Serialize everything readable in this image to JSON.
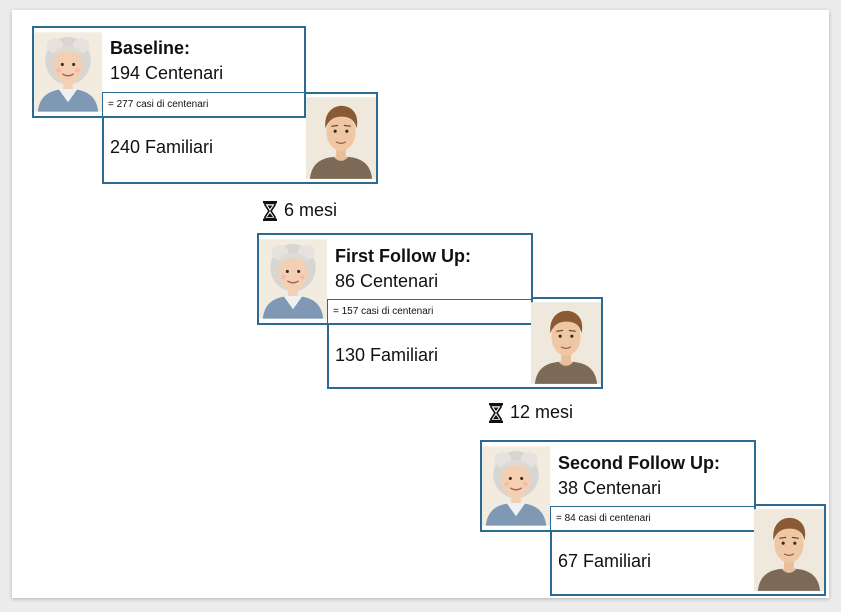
{
  "stages": [
    {
      "title": "Baseline:",
      "centenari": "194 Centenari",
      "casi": "= 277 casi di centenari",
      "familiari": "240 Familiari"
    },
    {
      "title": "First Follow Up:",
      "centenari": "86 Centenari",
      "casi": "= 157 casi di centenari",
      "familiari": "130 Familiari"
    },
    {
      "title": "Second Follow Up:",
      "centenari": "38 Centenari",
      "casi": "= 84 casi di centenari",
      "familiari": "67 Familiari"
    }
  ],
  "intervals": [
    "6 mesi",
    "12 mesi"
  ],
  "colors": {
    "border": "#2d6a92",
    "background": "#ffffff"
  },
  "icons": {
    "interval": "hourglass-icon",
    "centenarian": "elderly-woman-avatar",
    "family": "young-man-avatar"
  }
}
